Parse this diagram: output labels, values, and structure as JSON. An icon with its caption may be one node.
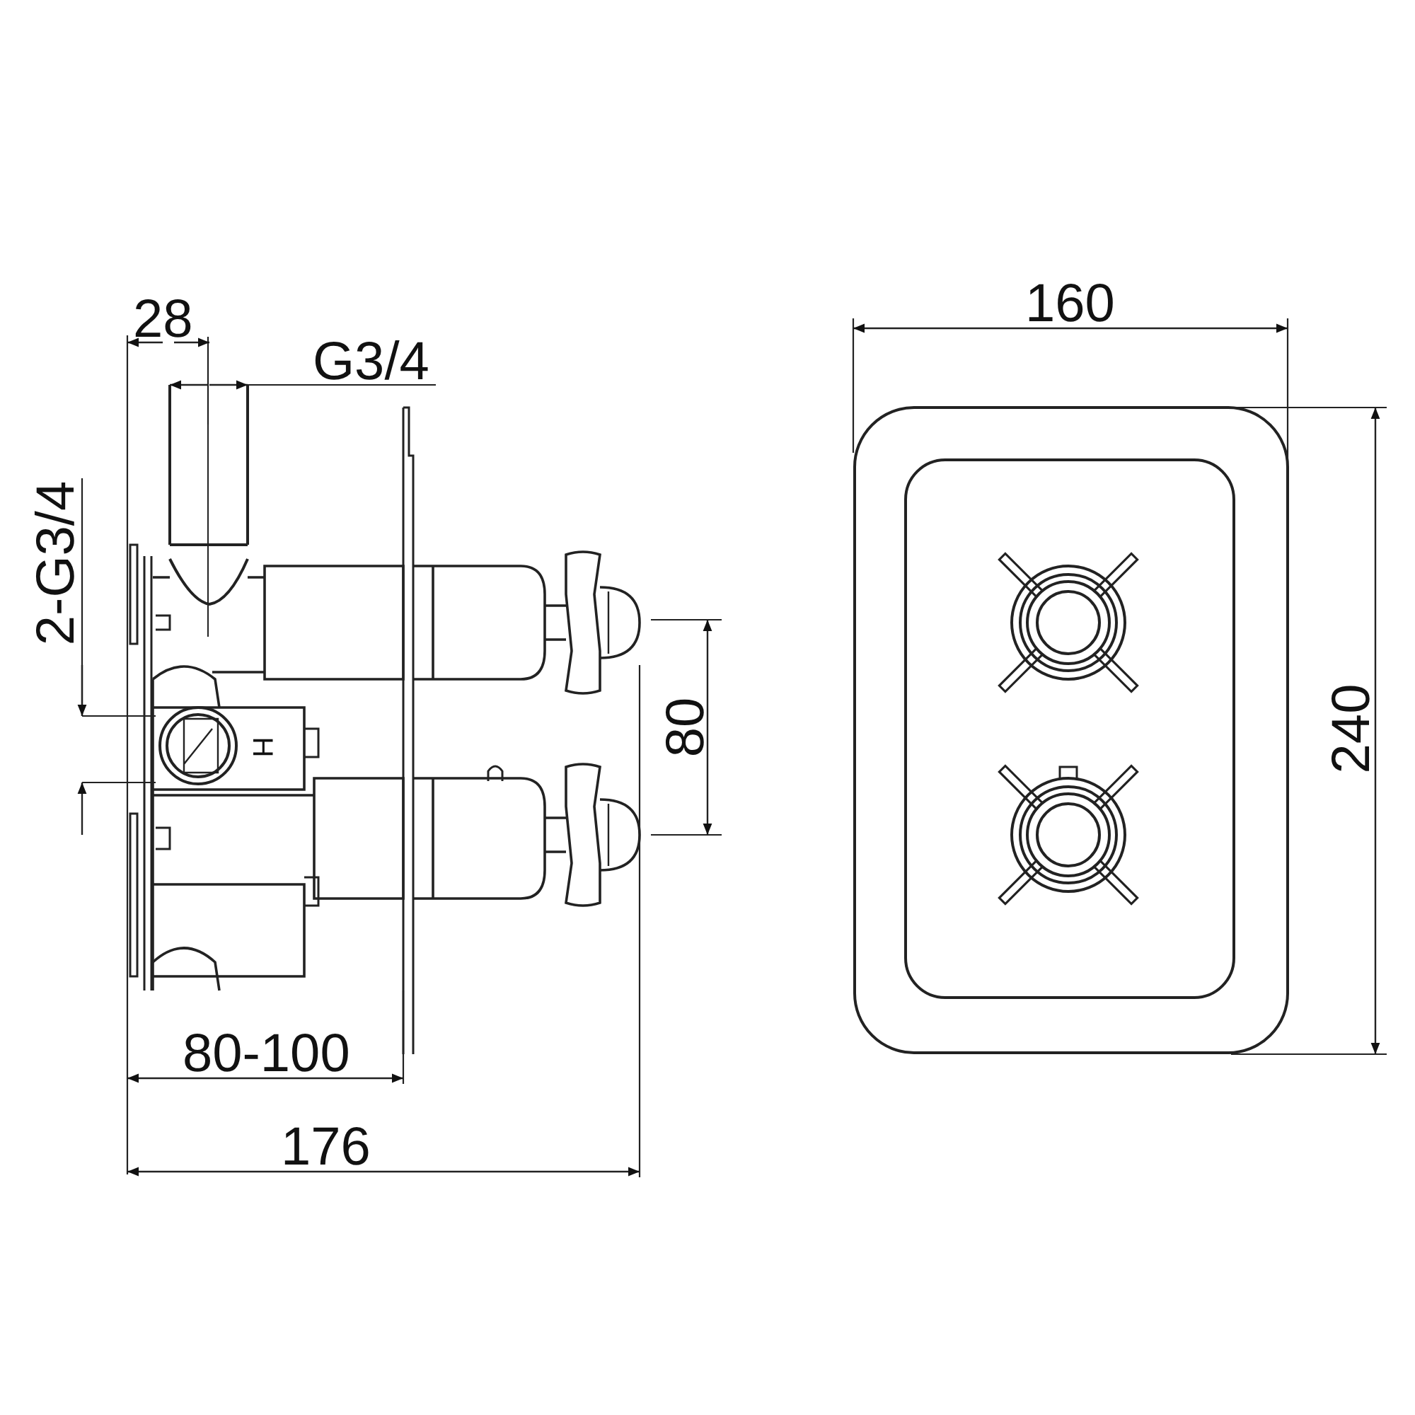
{
  "diagram": {
    "labels": [
      "28",
      "G3/4",
      "2-G3/4",
      "H",
      "80",
      "80-100",
      "176",
      "160",
      "240"
    ]
  }
}
